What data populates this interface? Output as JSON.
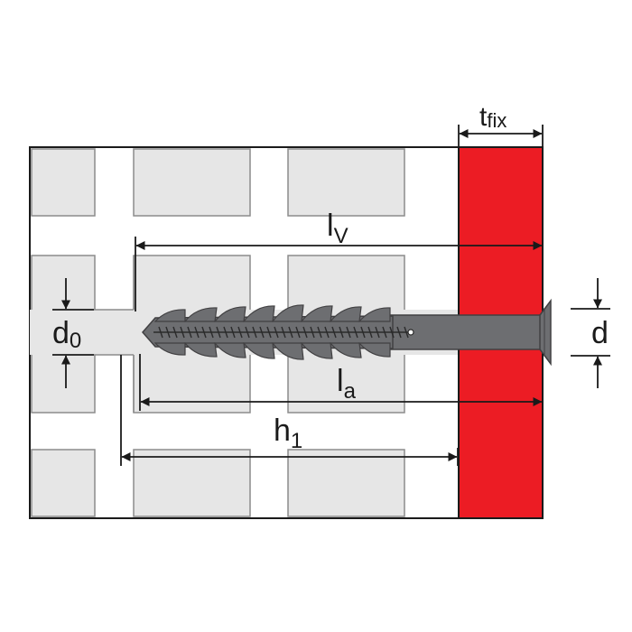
{
  "colors": {
    "background": "#ffffff",
    "block_fill": "#e6e6e6",
    "block_stroke": "#8c8c8c",
    "fixture": "#ec1c24",
    "anchor_body": "#6d6e71",
    "anchor_dark": "#414042",
    "line": "#1a1a1a"
  },
  "labels": {
    "t_fix": {
      "main": "t",
      "sub": "fix"
    },
    "l_v": {
      "main": "l",
      "sub": "V"
    },
    "l_a": {
      "main": "l",
      "sub": "a"
    },
    "h_1": {
      "main": "h",
      "sub": "1"
    },
    "d_0": {
      "main": "d",
      "sub": "0"
    },
    "d": {
      "main": "d"
    }
  },
  "icons": {
    "anchor": "plug-anchor-with-screw-icon"
  }
}
